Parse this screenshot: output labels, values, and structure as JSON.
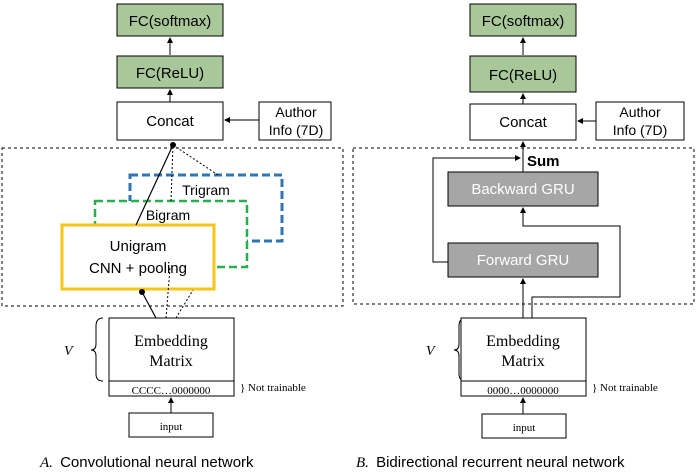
{
  "left": {
    "fc_softmax": "FC(softmax)",
    "fc_relu": "FC(ReLU)",
    "concat": "Concat",
    "author_line1": "Author",
    "author_line2": "Info (7D)",
    "trigram": "Trigram",
    "bigram": "Bigram",
    "unigram_line1": "Unigram",
    "unigram_line2": "CNN + pooling",
    "v_label": "V",
    "embedding_line1": "Embedding",
    "embedding_line2": "Matrix",
    "zeros": "CCCC…0000000",
    "not_trainable": "} Not trainable",
    "input": "input",
    "caption_letter": "A.",
    "caption_text": "Convolutional neural network"
  },
  "right": {
    "fc_softmax": "FC(softmax)",
    "fc_relu": "FC(ReLU)",
    "concat": "Concat",
    "author_line1": "Author",
    "author_line2": "Info (7D)",
    "sum": "Sum",
    "backward": "Backward GRU",
    "forward": "Forward GRU",
    "v_label": "V",
    "embedding_line1": "Embedding",
    "embedding_line2": "Matrix",
    "zeros": "0000…0000000",
    "not_trainable": "} Not trainable",
    "input": "input",
    "caption_letter": "B.",
    "caption_text": "Bidirectional recurrent neural network"
  },
  "colors": {
    "fc_fill": "#a9c89a",
    "gru_fill": "#a6a6a6",
    "trigram_border": "#2e75b6",
    "bigram_border": "#28b04a",
    "unigram_border": "#f5c518"
  }
}
